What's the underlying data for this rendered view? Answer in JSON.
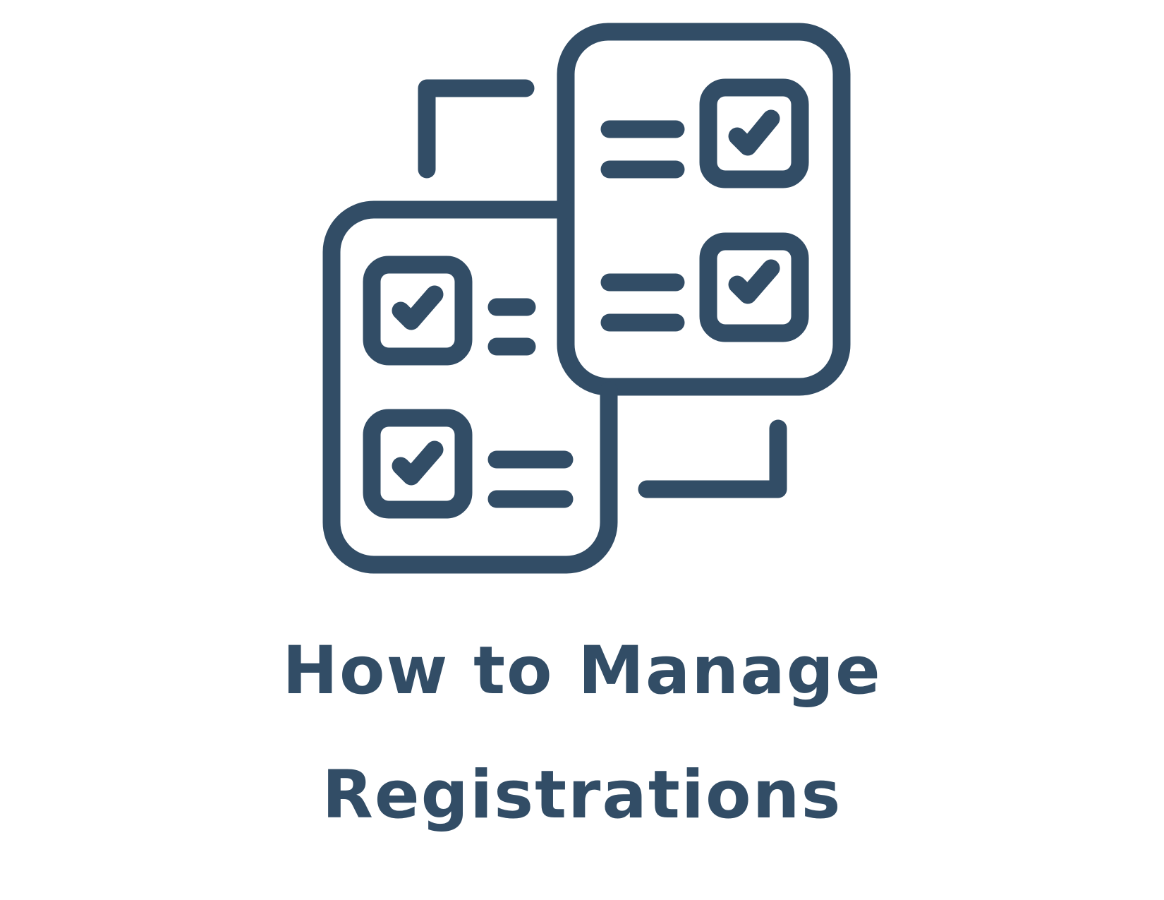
{
  "colors": {
    "primary": "#324d66",
    "background": "#ffffff"
  },
  "icon": {
    "name": "checklist-documents-icon",
    "description": "Two overlapping checklist documents with checked boxes and exchange arrows"
  },
  "title": {
    "line1": "How to Manage",
    "line2": "Registrations"
  }
}
